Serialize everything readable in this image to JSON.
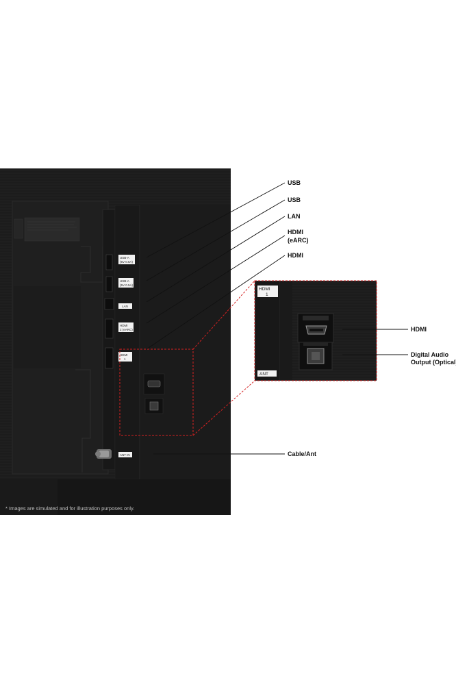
{
  "callouts": {
    "usb_1": "USB",
    "usb_2": "USB",
    "lan": "LAN",
    "hdmi_earc_1": "HDMI",
    "hdmi_earc_2": "(eARC)",
    "hdmi": "HDMI",
    "cable_ant": "Cable/Ant"
  },
  "zoom_callouts": {
    "hdmi": "HDMI",
    "optical_1": "Digital Audio",
    "optical_2": "Output (Optical)"
  },
  "port_labels": {
    "usb_a_1": "USB-A",
    "usb_a_2": "(5V 0.5A)",
    "usb_b_1": "USB-A",
    "usb_b_2": "(5V 0.5A)",
    "lan": "LAN",
    "hdmi2_1": "HDMI",
    "hdmi2_2": "2 (eARC)",
    "hdmi1_1": "HDMI",
    "hdmi1_2": "1",
    "ant": "ANT IN"
  },
  "zoom_labels": {
    "hdmi_1": "HDMI",
    "hdmi_2": "1",
    "ant": "ANT"
  },
  "disclaimer": "* Images are simulated and for illustration purposes only.",
  "colors": {
    "tv_back": "#1c1c1c",
    "panel": "#151515",
    "accent_dashes": "#d42020",
    "leader_lines": "#111111"
  }
}
